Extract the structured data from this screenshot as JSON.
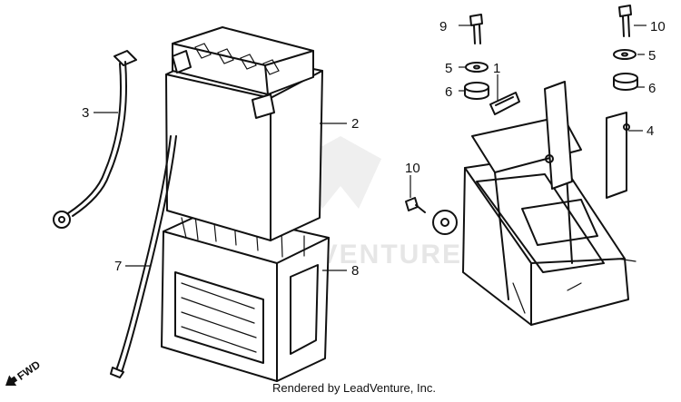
{
  "diagram": {
    "callouts": [
      {
        "id": "1",
        "label": "1"
      },
      {
        "id": "2",
        "label": "2"
      },
      {
        "id": "3",
        "label": "3"
      },
      {
        "id": "4",
        "label": "4"
      },
      {
        "id": "5a",
        "label": "5"
      },
      {
        "id": "5b",
        "label": "5"
      },
      {
        "id": "6a",
        "label": "6"
      },
      {
        "id": "6b",
        "label": "6"
      },
      {
        "id": "7",
        "label": "7"
      },
      {
        "id": "8",
        "label": "8"
      },
      {
        "id": "9",
        "label": "9"
      },
      {
        "id": "10a",
        "label": "10"
      },
      {
        "id": "10b",
        "label": "10"
      }
    ],
    "direction_label": "FWD",
    "credit": "Rendered by LeadVenture, Inc.",
    "watermark": "LEADVENTURE"
  }
}
